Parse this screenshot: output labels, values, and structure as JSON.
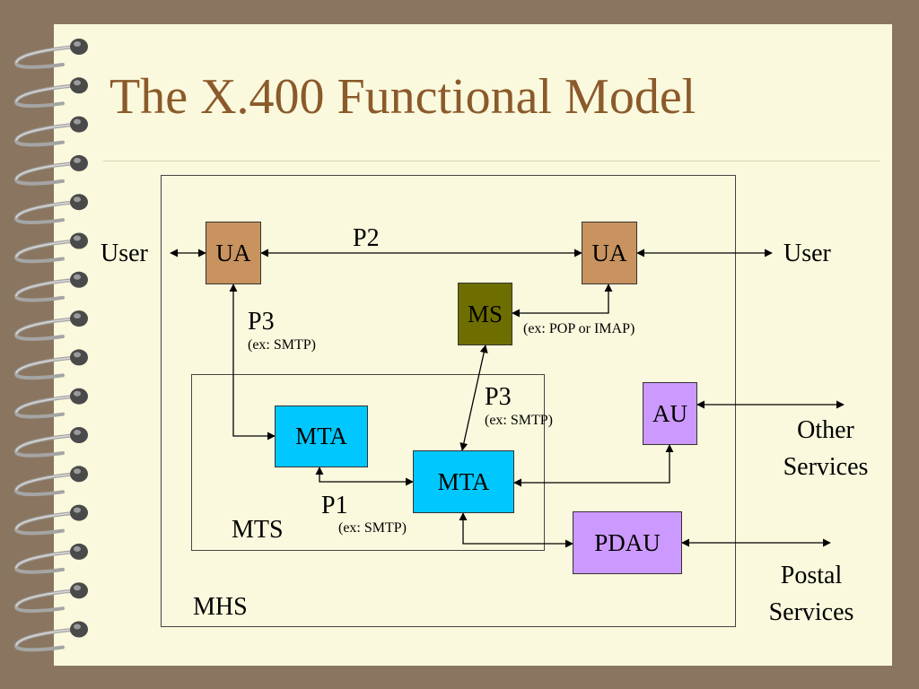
{
  "slide": {
    "title": "The X.400 Functional Model"
  },
  "diagram": {
    "nodes": {
      "ua_left": "UA",
      "ua_right": "UA",
      "ms": "MS",
      "mta_left": "MTA",
      "mta_center": "MTA",
      "au": "AU",
      "pdau": "PDAU"
    },
    "labels": {
      "user_left": "User",
      "user_right": "User",
      "p2": "P2",
      "p3_left": "P3",
      "p3_left_example": "(ex: SMTP)",
      "ms_example": "(ex: POP or IMAP)",
      "p3_center": "P3",
      "p3_center_example": "(ex: SMTP)",
      "p1": "P1",
      "p1_example": "(ex: SMTP)",
      "mts": "MTS",
      "mhs": "MHS",
      "other_services_line1": "Other",
      "other_services_line2": "Services",
      "postal_services_line1": "Postal",
      "postal_services_line2": "Services"
    }
  },
  "colors": {
    "background": "#8a7660",
    "page": "#fbf9dd",
    "title": "#8b5a2b",
    "ua": "#c8935f",
    "ms": "#6e6e00",
    "mta": "#00c8ff",
    "au_pdau": "#cc99ff",
    "spiral_ring": "#a5a5a5",
    "spiral_bead": "#4a4a4a"
  }
}
